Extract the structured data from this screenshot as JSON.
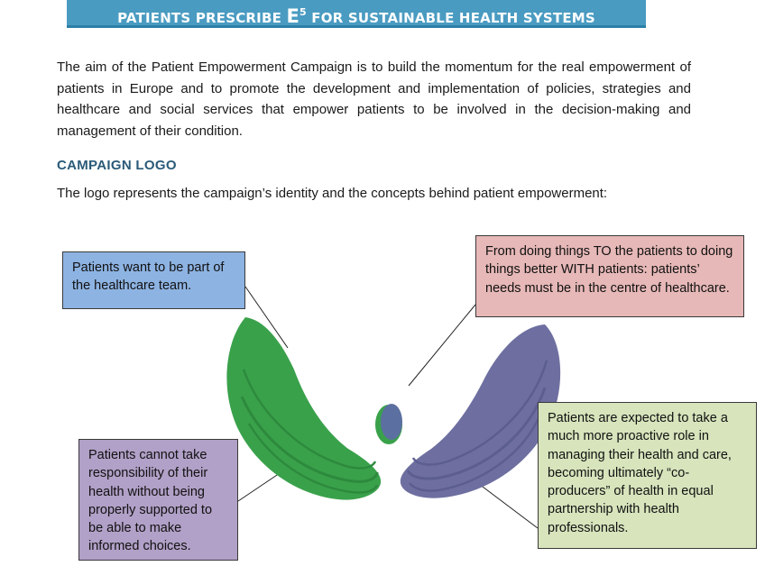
{
  "banner": {
    "text_before": "PATIENTS PRESCRIBE ",
    "big_letter": "E",
    "superscript": "5",
    "text_after": " FOR SUSTAINABLE HEALTH SYSTEMS"
  },
  "intro_paragraph": "The aim of the Patient Empowerment Campaign is to build the momentum for the real empowerment of patients in Europe and to promote the development and implementation of policies, strategies and healthcare and social services that empower patients to be involved in the decision-making and management of their condition.",
  "section_heading": "CAMPAIGN LOGO",
  "lead_text": "The logo represents the campaign’s identity and the concepts behind patient empowerment:",
  "callouts": {
    "blue": "Patients want to be part of the healthcare team.",
    "red": "From doing things TO the patients to doing things better WITH patients: patients’ needs must be in the centre of healthcare.",
    "purple": "Patients cannot take responsibility of their health without being properly supported to be able to make informed choices.",
    "green": "Patients are expected to take a much more proactive role in managing their health and care, becoming ultimately “co-producers” of health in equal partnership with health professionals."
  },
  "colors": {
    "banner": "#4a9bc1",
    "green_hand": "#3aa14b",
    "purple_hand": "#6e6fa0",
    "heading": "#2a5a78"
  },
  "logo": {
    "left_hand": "green-hand",
    "right_hand": "purple-hand",
    "center": "head-circle"
  }
}
